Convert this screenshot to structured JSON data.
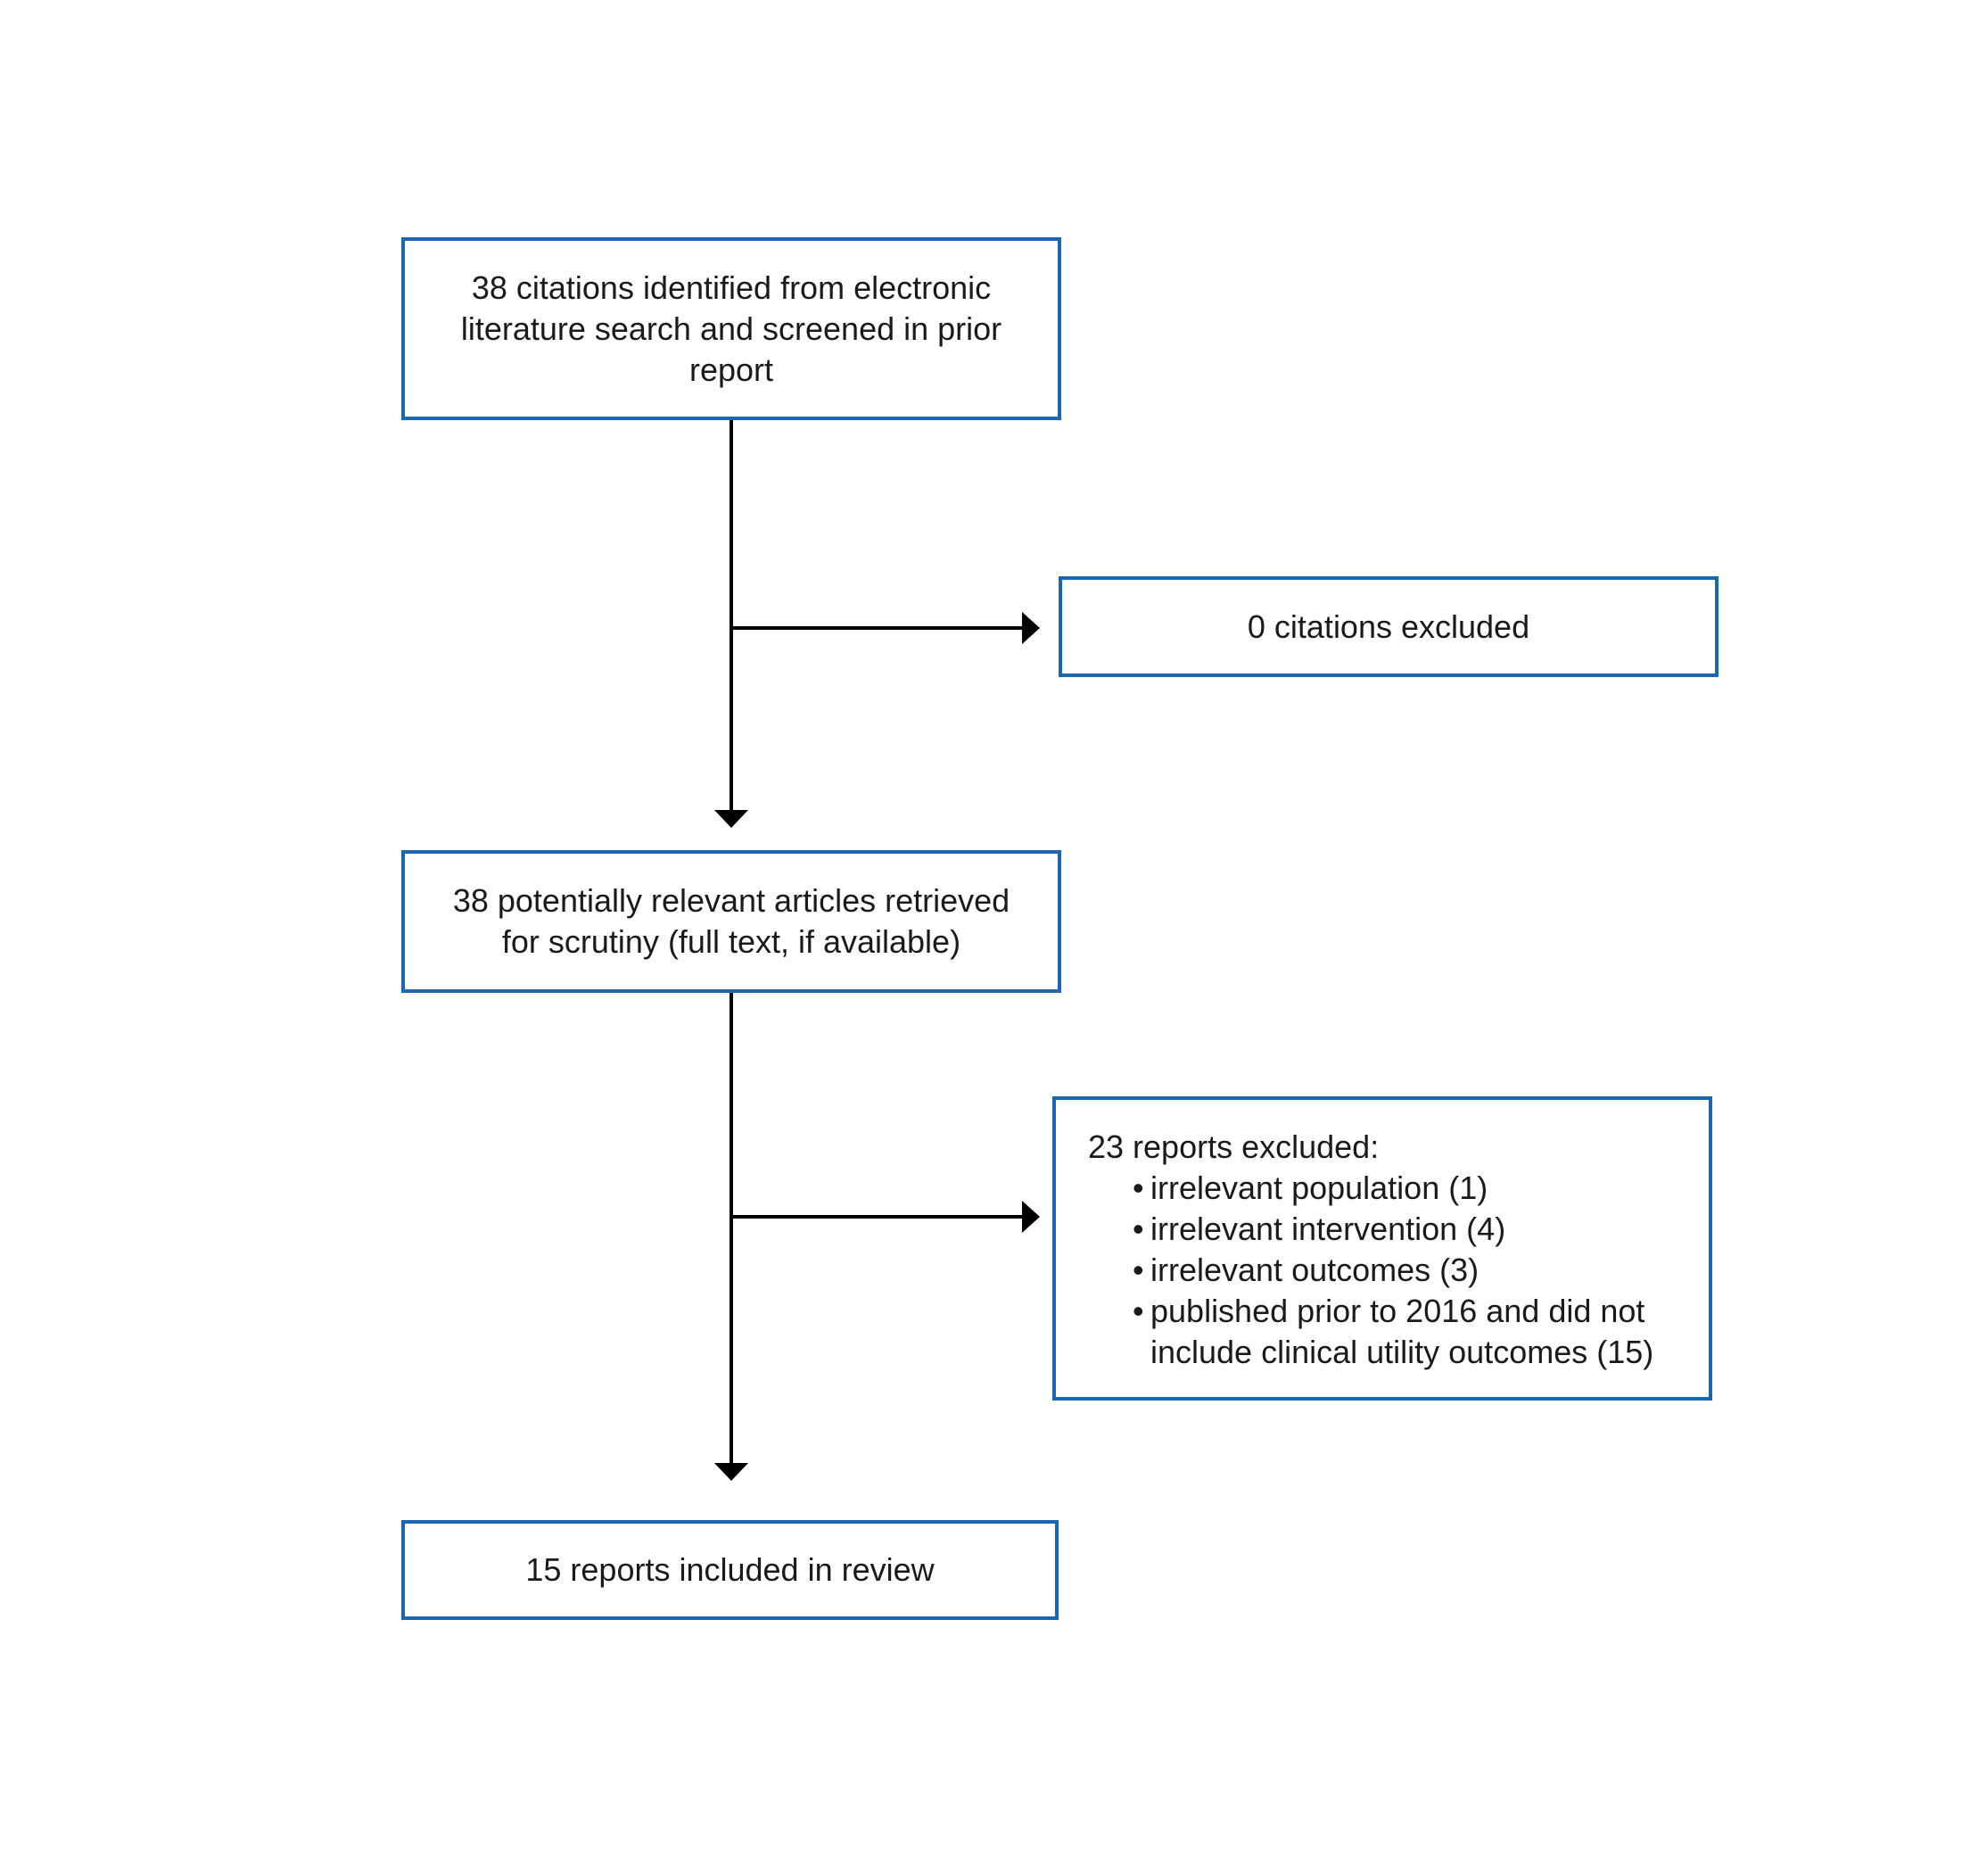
{
  "flowchart": {
    "colors": {
      "box_border": "#1a66b0",
      "connector": "#000000",
      "text": "#1a1a1a"
    },
    "boxes": {
      "search": {
        "text": "38 citations identified from electronic\nliterature search and screened in prior\nreport"
      },
      "excluded_citations": {
        "text": "0 citations excluded"
      },
      "retrieved": {
        "text": "38 potentially relevant articles retrieved\nfor scrutiny (full text, if available)"
      },
      "excluded_reports": {
        "heading": "23 reports excluded:",
        "bullet": "•",
        "items": [
          {
            "text": "irrelevant population (1)"
          },
          {
            "text": "irrelevant intervention (4)"
          },
          {
            "text": "irrelevant outcomes (3)"
          },
          {
            "text": "published prior to 2016 and did not\ninclude clinical utility outcomes (15)"
          }
        ]
      },
      "included": {
        "text": "15 reports included in review"
      }
    }
  }
}
